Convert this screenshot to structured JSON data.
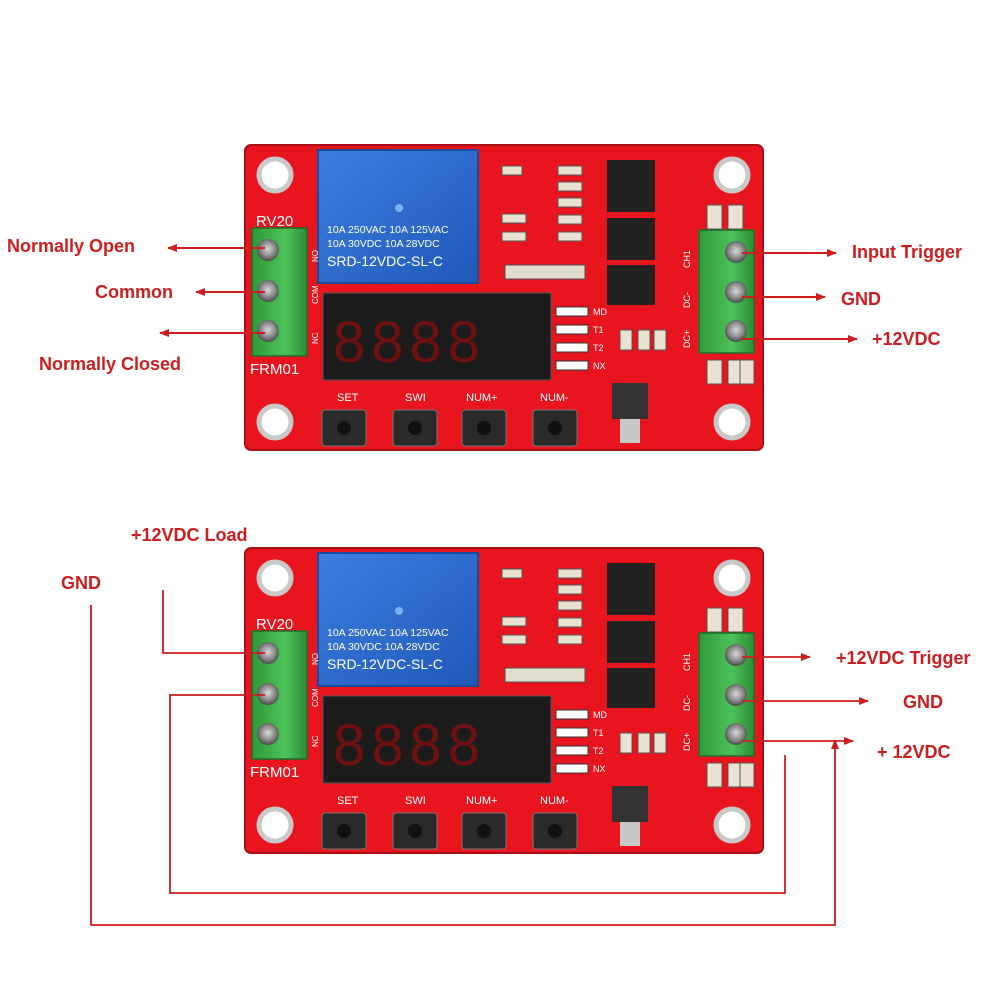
{
  "colors": {
    "pcb": "#e8141e",
    "pcb_dark": "#a80f16",
    "relay": "#2f6fd0",
    "terminal": "#3fae49",
    "label_red": "#cc1e1e",
    "display": "#1c1c1c",
    "digit": "#ff2d2d"
  },
  "top_board": {
    "silk_top": "RV20",
    "silk_bottom": "FRM01",
    "relay_text": [
      "10A 250VAC  10A 125VAC",
      "10A  30VDC  10A  28VDC",
      "SRD-12VDC-SL-C"
    ],
    "left_terminal_labels": [
      "NO",
      "COM",
      "NC"
    ],
    "right_terminal_labels": [
      "CH1",
      "DC-",
      "DC+"
    ],
    "indicators": [
      "MD",
      "T1",
      "T2",
      "NX"
    ],
    "buttons": [
      "SET",
      "SWI",
      "NUM+",
      "NUM-"
    ]
  },
  "bottom_board": {
    "silk_top": "RV20",
    "silk_bottom": "FRM01",
    "relay_text": [
      "10A 250VAC  10A 125VAC",
      "10A  30VDC  10A  28VDC",
      "SRD-12VDC-SL-C"
    ],
    "left_terminal_labels": [
      "NO",
      "COM",
      "NC"
    ],
    "right_terminal_labels": [
      "CH1",
      "DC-",
      "DC+"
    ],
    "indicators": [
      "MD",
      "T1",
      "T2",
      "NX"
    ],
    "buttons": [
      "SET",
      "SWI",
      "NUM+",
      "NUM-"
    ]
  },
  "top_callouts": {
    "normally_open": "Normally Open",
    "common": "Common",
    "normally_closed": "Normally Closed",
    "input_trigger": "Input Trigger",
    "gnd": "GND",
    "vdc": "+12VDC"
  },
  "bottom_callouts": {
    "load": "+12VDC Load",
    "gnd_left": "GND",
    "trigger": "+12VDC Trigger",
    "gnd_right": "GND",
    "vdc": "+ 12VDC"
  }
}
